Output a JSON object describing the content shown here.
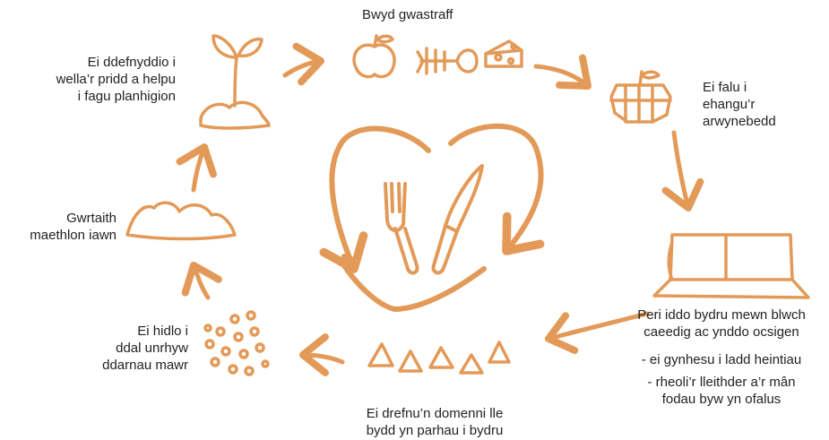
{
  "colors": {
    "accent": "#e39a58",
    "text": "#222222",
    "background": "#ffffff"
  },
  "icons": [
    "fork-icon",
    "knife-icon",
    "apple-icon",
    "fish-bone-icon",
    "cheese-icon",
    "chopped-apple-icon",
    "compost-box-icon",
    "triangle-piles-icon",
    "pellets-icon",
    "soil-mound-icon",
    "sprout-icon"
  ],
  "steps": {
    "food_waste": {
      "label": "Bwyd gwastraff"
    },
    "chop": {
      "lines": [
        "Ei falu i",
        "ehangu’r",
        "arwynebedd"
      ]
    },
    "rot_box": {
      "lines": [
        "Peri iddo bydru mewn blwch",
        "caeedig ac ynddo ocsigen"
      ],
      "bullet1": "- ei gynhesu i ladd heintiau",
      "bullet2_lines": [
        "- rheoli’r lleithder a’r mân",
        "fodau byw yn ofalus"
      ]
    },
    "heaps": {
      "lines": [
        "Ei drefnu’n domenni lle",
        "bydd yn parhau i bydru"
      ]
    },
    "sieve": {
      "lines": [
        "Ei hidlo i",
        "ddal unrhyw",
        "ddarnau mawr"
      ]
    },
    "compost": {
      "lines": [
        "Gwrtaith",
        "maethlon iawn"
      ]
    },
    "use": {
      "lines": [
        "Ei ddefnyddio i",
        "wella’r pridd a helpu",
        "i fagu planhigion"
      ]
    }
  }
}
